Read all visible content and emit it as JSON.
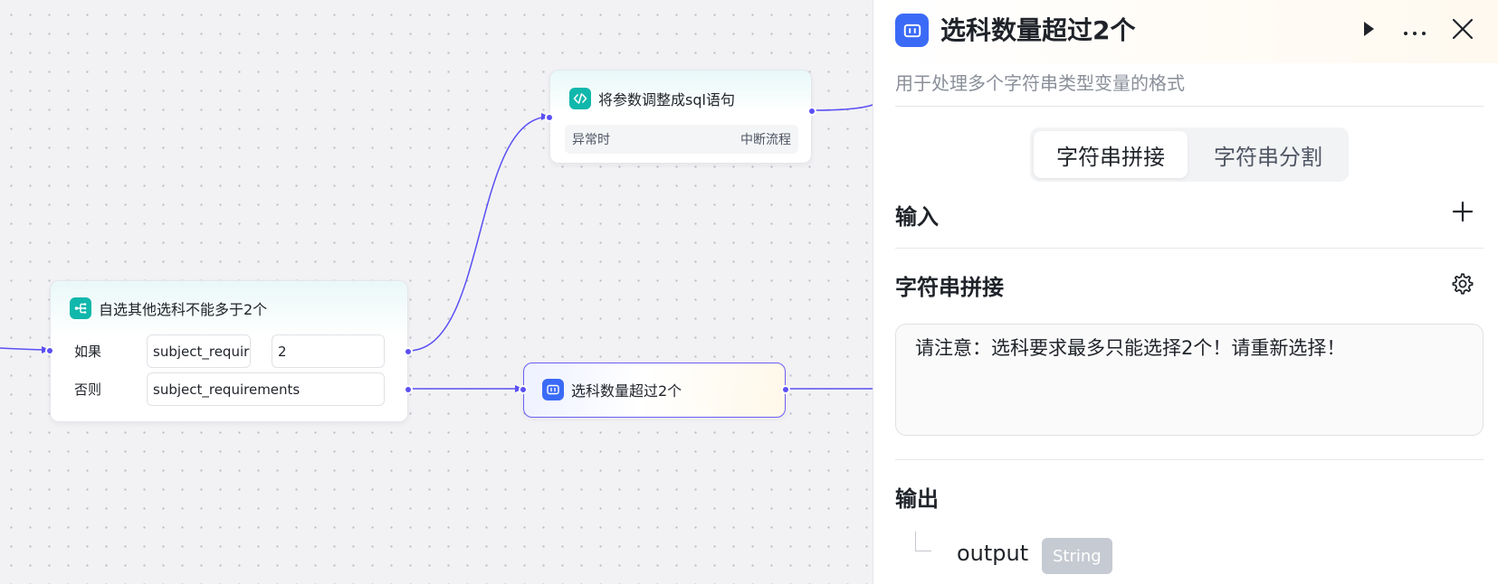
{
  "canvas": {
    "nodes": {
      "sql": {
        "title": "将参数调整成sql语句",
        "icon": "code-icon",
        "error_label": "异常时",
        "error_action": "中断流程"
      },
      "condition": {
        "title": "自选其他选科不能多于2个",
        "icon": "branch-icon",
        "if_label": "如果",
        "if_variable": "subject_requir",
        "if_value": "2",
        "else_label": "否则",
        "else_variable": "subject_requirements"
      },
      "text": {
        "title": "选科数量超过2个",
        "icon": "text-process-icon"
      }
    },
    "colors": {
      "edge": "#5b4ff5",
      "teal_icon": "#10b7ab",
      "blue_icon": "#3b6bf6"
    }
  },
  "panel": {
    "title": "选科数量超过2个",
    "description": "用于处理多个字符串类型变量的格式",
    "tabs": [
      {
        "label": "字符串拼接",
        "active": true
      },
      {
        "label": "字符串分割",
        "active": false
      }
    ],
    "input_section": "输入",
    "concat_section": "字符串拼接",
    "concat_text": "请注意：选科要求最多只能选择2个！请重新选择！",
    "output_section": "输出",
    "output": {
      "name": "output",
      "type": "String"
    }
  }
}
